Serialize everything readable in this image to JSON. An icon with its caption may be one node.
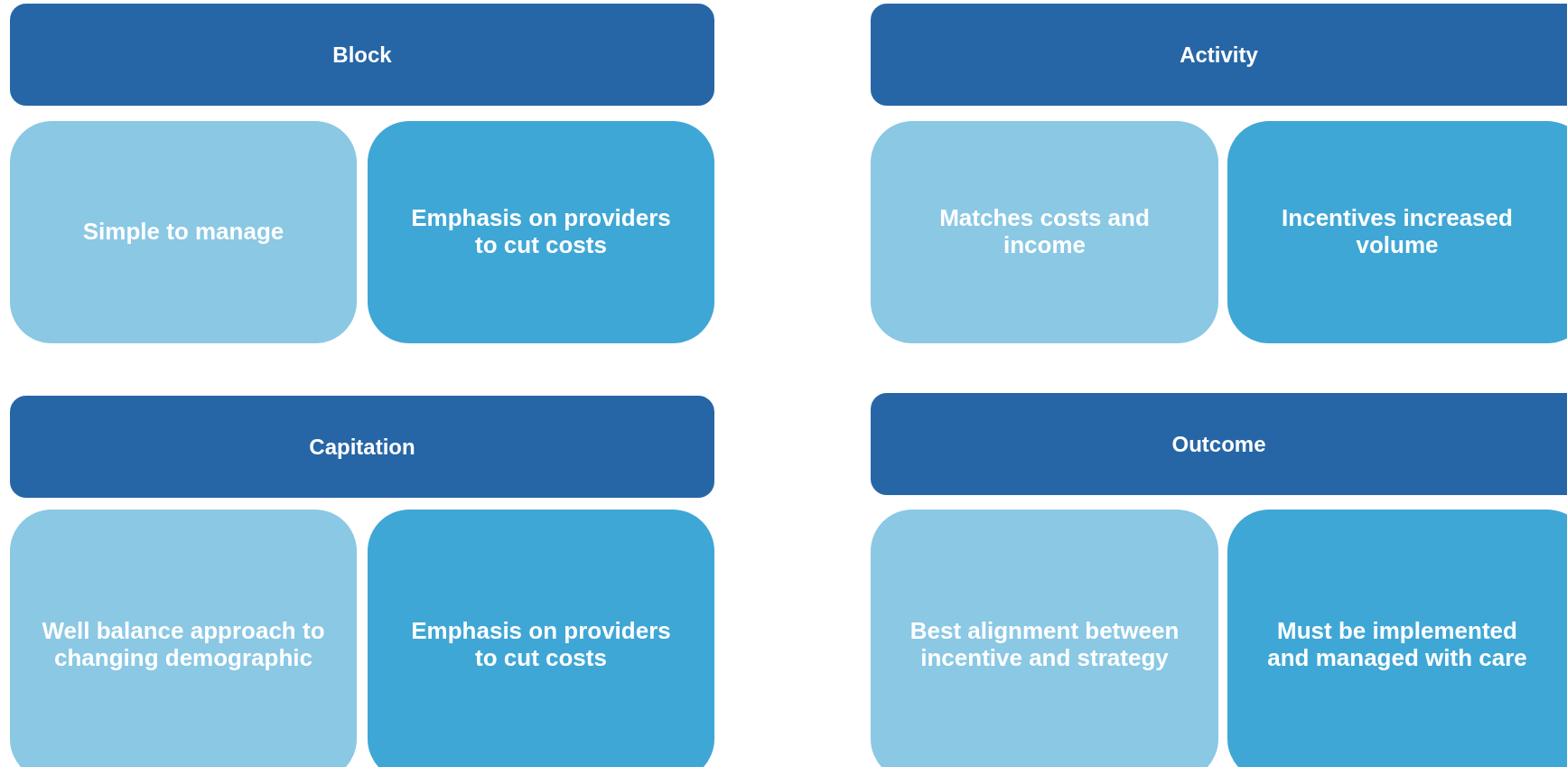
{
  "diagram": {
    "nodes": [
      {
        "text": [
          "Block"
        ]
      },
      {
        "text": [
          "Activity"
        ]
      },
      {
        "text": [
          "Simple to manage"
        ]
      },
      {
        "text": [
          "Emphasis on providers to cut costs"
        ]
      },
      {
        "text": [
          "Matches costs and income"
        ]
      },
      {
        "text": [
          "Incentives increased volume"
        ]
      },
      {
        "text": [
          "Capitation"
        ]
      },
      {
        "text": [
          "Outcome"
        ]
      },
      {
        "text": [
          "Well balance approach to changing demographic"
        ]
      },
      {
        "text": [
          "Emphasis on providers to cut costs"
        ]
      },
      {
        "text": [
          "Best alignment between incentive and strategy"
        ]
      },
      {
        "text": [
          "Must be implemented and managed with care"
        ]
      }
    ]
  }
}
